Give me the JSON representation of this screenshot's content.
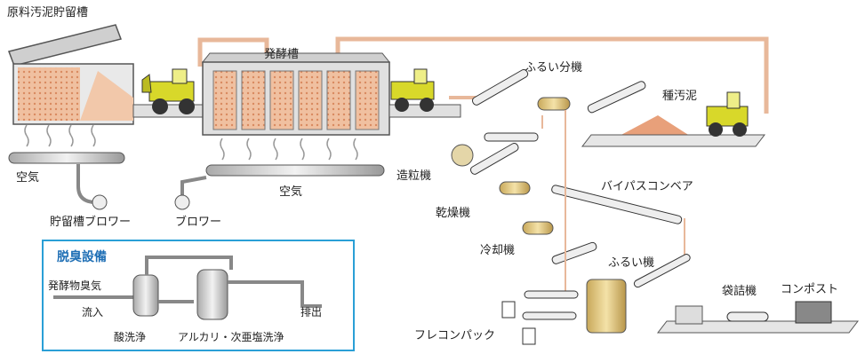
{
  "labels": {
    "raw_sludge_tank": "原料汚泥貯留槽",
    "fermentation_tank": "発酵槽",
    "screen_separator": "ふるい分機",
    "seed_sludge": "種汚泥",
    "air_left": "空気",
    "air_middle": "空気",
    "storage_blower": "貯留槽ブロワー",
    "blower": "ブロワー",
    "granulator": "造粒機",
    "dryer": "乾燥機",
    "bypass_conveyor": "バイパスコンベア",
    "cooler": "冷却機",
    "screen": "ふるい機",
    "bagging_machine": "袋詰機",
    "compost": "コンポスト",
    "flexible_container": "フレコンパック"
  },
  "deodorization": {
    "title": "脱臭設備",
    "gas_label": "発酵物臭気",
    "inflow": "流入",
    "outflow": "排出",
    "acid_wash": "酸洗浄",
    "alkali_wash": "アルカリ・次亜塩洗浄"
  },
  "colors": {
    "sludge": "#e8a07a",
    "return_line": "#e8b89a",
    "frame": "#555555",
    "box_border": "#2a9fd6",
    "title_blue": "#1f6fb5",
    "loader": "#d8d82a"
  }
}
